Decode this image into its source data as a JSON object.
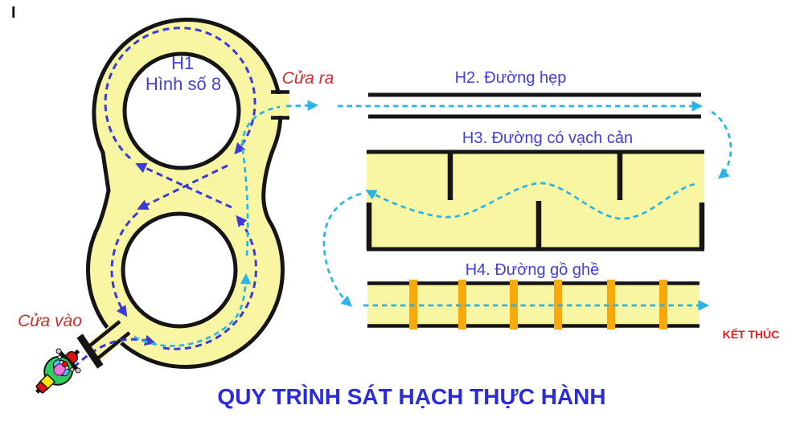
{
  "marker_top_left": "I",
  "title": "QUY TRÌNH SÁT HẠCH THỰC HÀNH",
  "stations": {
    "h1": {
      "code": "H1",
      "name": "Hình số 8"
    },
    "h2": {
      "label": "H2. Đường hẹp"
    },
    "h3": {
      "label": "H3.  Đường có vạch cản"
    },
    "h4": {
      "label": "H4. Đường gồ ghề"
    }
  },
  "gates": {
    "entry": "Cửa vào",
    "exit": "Cửa ra",
    "finish": "KẾT THÚC"
  },
  "icons": {
    "motorcycle": "motorcycle-top-view-icon",
    "route_arrows": "dashed-route-arrows"
  },
  "colors": {
    "track_yellow": "#F8F6A2",
    "line_black": "#151515",
    "bump_orange": "#F7A80A",
    "route_blue": "#3A3AD8",
    "route_cyan": "#29B4E8",
    "label_blue": "#4040DF",
    "accent_red": "#D22C2C",
    "finish_red": "#EC1C24",
    "title_blue": "#2B2BDE"
  }
}
